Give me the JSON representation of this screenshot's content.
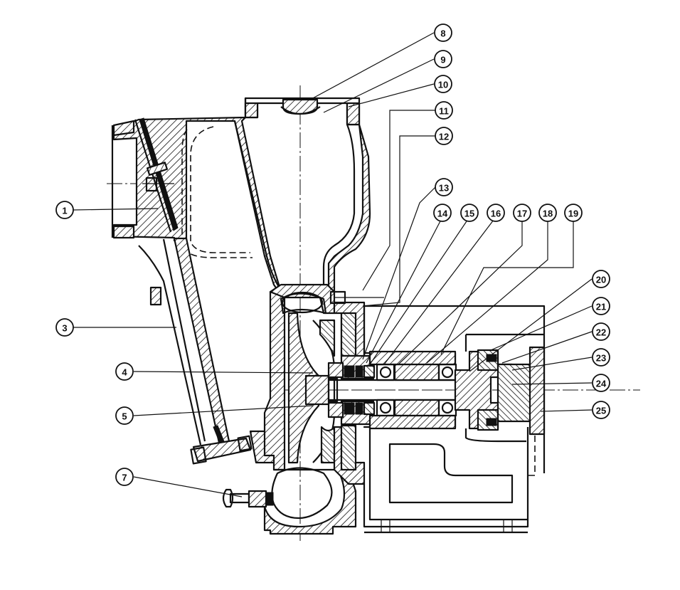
{
  "drawing": {
    "type": "cross-section of pump assembly",
    "callouts": [
      "1",
      "3",
      "4",
      "5",
      "7",
      "8",
      "9",
      "10",
      "11",
      "12",
      "13",
      "14",
      "15",
      "16",
      "17",
      "18",
      "19",
      "20",
      "21",
      "22",
      "23",
      "24",
      "25"
    ]
  },
  "colors": {
    "ink": "#111111",
    "paper": "#ffffff"
  }
}
